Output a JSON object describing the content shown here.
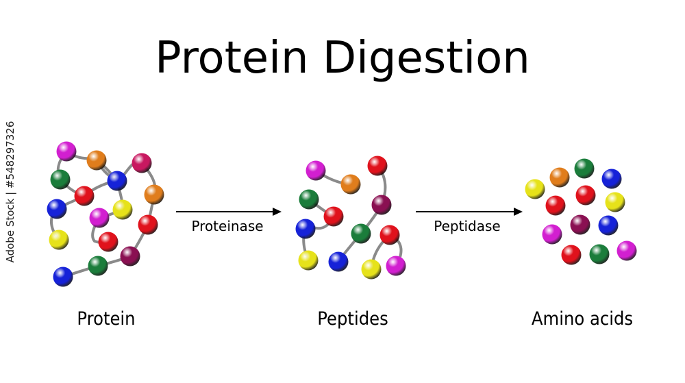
{
  "title": "Protein Digestion",
  "stages": {
    "protein": "Protein",
    "peptides": "Peptides",
    "amino_acids": "Amino acids"
  },
  "enzymes": {
    "proteinase": "Proteinase",
    "peptidase": "Peptidase"
  },
  "watermark": "Adobe Stock | #548297326",
  "colors": {
    "magenta": "#d21fd0",
    "orange": "#e07d1c",
    "green": "#1b7d3b",
    "red": "#e0121c",
    "blue": "#1622d8",
    "yellow": "#e6e21a",
    "crimson": "#c81860",
    "maroon": "#8a1052",
    "chain": "#8a8a8a"
  }
}
